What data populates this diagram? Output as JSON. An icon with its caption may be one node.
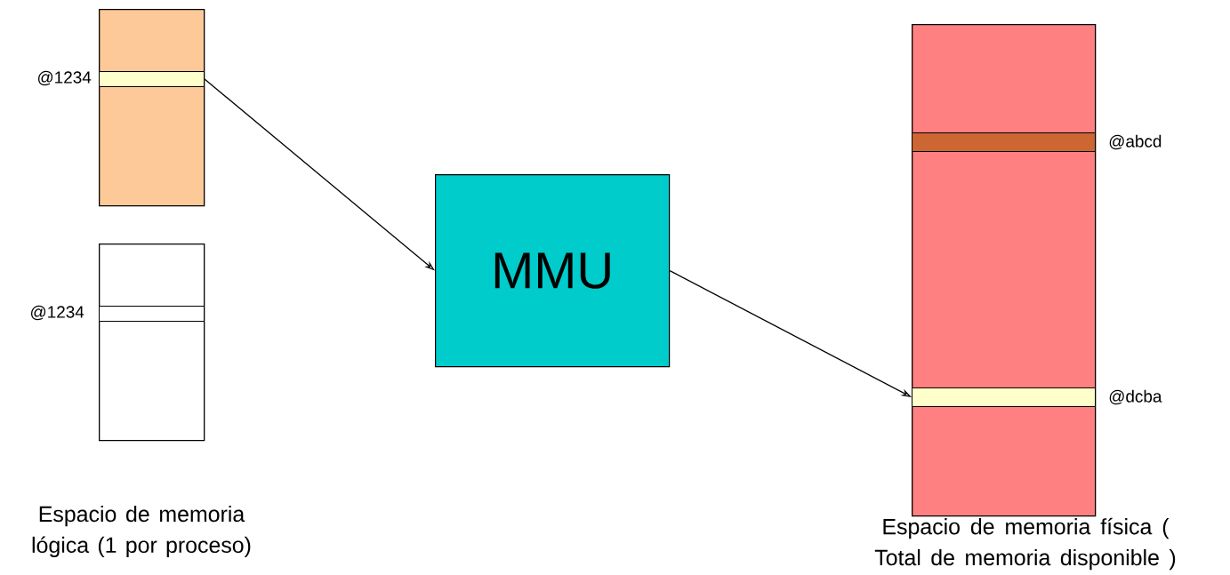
{
  "diagram": {
    "nodes": [
      {
        "text": [],
        "shape": "box"
      },
      {
        "text": [],
        "shape": "bar",
        "in": 0,
        "beside": [
          "@1234"
        ]
      },
      {
        "text": [],
        "shape": "box"
      },
      {
        "text": [],
        "shape": "bar",
        "in": 2,
        "beside": [
          "@1234"
        ]
      },
      {
        "text": [
          "MMU"
        ]
      },
      {
        "text": [],
        "shape": "box"
      },
      {
        "text": [],
        "shape": "bar",
        "in": 5,
        "beside": [
          "@abcd"
        ]
      },
      {
        "text": [],
        "shape": "bar",
        "in": 5,
        "beside": [
          "@dcba"
        ]
      }
    ],
    "edges": [
      {
        "from": 1,
        "to": 4,
        "arrow": "to"
      },
      {
        "from": 4,
        "to": 7,
        "arrow": "to"
      }
    ],
    "labels": [
      "Espacio de memoria lógica (1 por proceso)",
      "Espacio de memoria física ( Total de memoria disponible )"
    ]
  }
}
